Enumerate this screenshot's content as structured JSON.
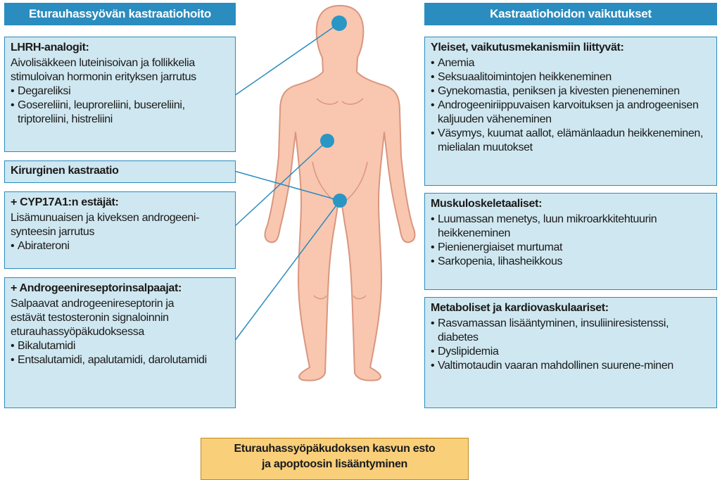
{
  "left_header": "Eturauhassyövän kastraatiohoito",
  "right_header": "Kastraatiohoidon vaikutukset",
  "left_boxes": [
    {
      "title": "LHRH-analogit:",
      "text": [
        "Aivolisäkkeen luteinisoivan ja follikkelia",
        "stimuloivan hormonin erityksen jarrutus"
      ],
      "items": [
        "Degareliksi",
        "Gosereliini, leuproreliini, busereliini, triptoreliini, histreliini"
      ]
    },
    {
      "title": "Kirurginen kastraatio",
      "text": [],
      "items": []
    },
    {
      "title": "+ CYP17A1:n estäjät:",
      "text": [
        "Lisämunuaisen ja kiveksen androgeeni-",
        "synteesin jarrutus"
      ],
      "items": [
        "Abirateroni"
      ]
    },
    {
      "title": "+ Androgeenireseptorinsalpaajat:",
      "text": [
        "Salpaavat androgeenireseptorin ja",
        "estävät testosteronin signaloinnin",
        "eturauhassyöpäkudoksessa"
      ],
      "items": [
        "Bikalutamidi",
        "Entsalutamidi, apalutamidi, darolutamidi"
      ]
    }
  ],
  "right_boxes": [
    {
      "title": "Yleiset, vaikutusmekanismiin liittyvät:",
      "items": [
        "Anemia",
        "Seksuaalitoimintojen heikkeneminen",
        "Gynekomastia, peniksen ja kivesten pieneneminen",
        "Androgeeniriippuvaisen karvoituksen ja androgeenisen kaljuuden väheneminen",
        "Väsymys, kuumat aallot, elämänlaadun heikkeneminen, mielialan muutokset"
      ]
    },
    {
      "title": "Muskuloskeletaaliset:",
      "items": [
        "Luumassan menetys, luun mikroarkkitehtuurin heikkeneminen",
        "Pienienergiaiset murtumat",
        "Sarkopenia, lihasheikkous"
      ]
    },
    {
      "title": "Metaboliset ja kardiovaskulaariset:",
      "items": [
        "Rasvamassan lisääntyminen, insuliiniresistenssi, diabetes",
        "Dyslipidemia",
        "Valtimotaudin vaaran mahdollinen suurene-minen"
      ]
    }
  ],
  "outcome": [
    "Eturauhassyöpäkudoksen kasvun esto",
    "ja apoptoosin lisääntyminen"
  ],
  "colors": {
    "header": "#2a8cbf",
    "box_fill": "#cfe7f0",
    "box_border": "#2a8cbf",
    "body_fill": "#f9c6b0",
    "body_stroke": "#d9967e",
    "target_dot": "#2a96c4",
    "outcome_fill": "#f9cf7a"
  }
}
